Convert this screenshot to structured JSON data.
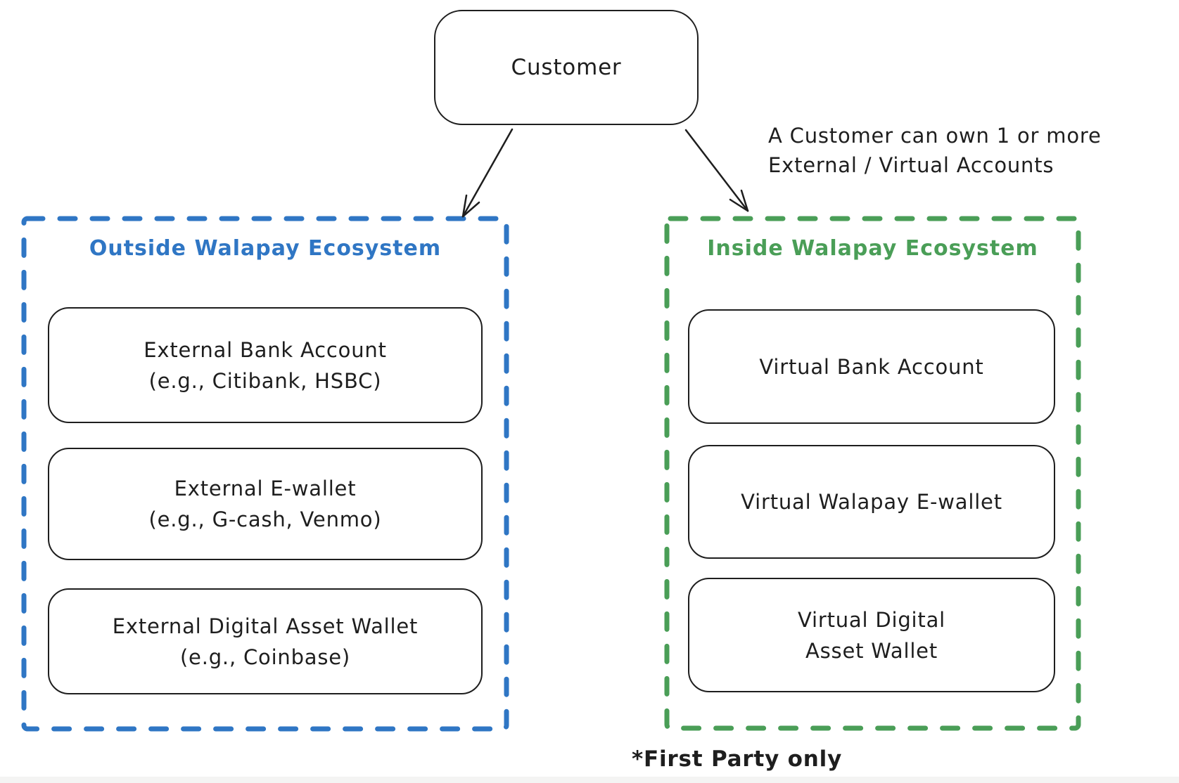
{
  "colors": {
    "ink": "#1e1e1e",
    "outside_accent": "#2f76c4",
    "inside_accent": "#4a9e57",
    "background": "#ffffff"
  },
  "customer": {
    "label": "Customer"
  },
  "annotation": {
    "line1": "A Customer can own 1 or more",
    "line2": "External / Virtual Accounts"
  },
  "outside": {
    "title": "Outside Walapay Ecosystem",
    "boxes": [
      {
        "line1": "External Bank Account",
        "line2": "(e.g., Citibank, HSBC)"
      },
      {
        "line1": "External E-wallet",
        "line2": "(e.g., G-cash, Venmo)"
      },
      {
        "line1": "External Digital Asset Wallet",
        "line2": "(e.g., Coinbase)"
      }
    ]
  },
  "inside": {
    "title": "Inside Walapay Ecosystem",
    "boxes": [
      {
        "line1": "Virtual Bank Account",
        "line2": ""
      },
      {
        "line1": "Virtual Walapay E-wallet",
        "line2": ""
      },
      {
        "line1": "Virtual Digital",
        "line2": "Asset Wallet"
      }
    ]
  },
  "footnote": "*First Party only"
}
